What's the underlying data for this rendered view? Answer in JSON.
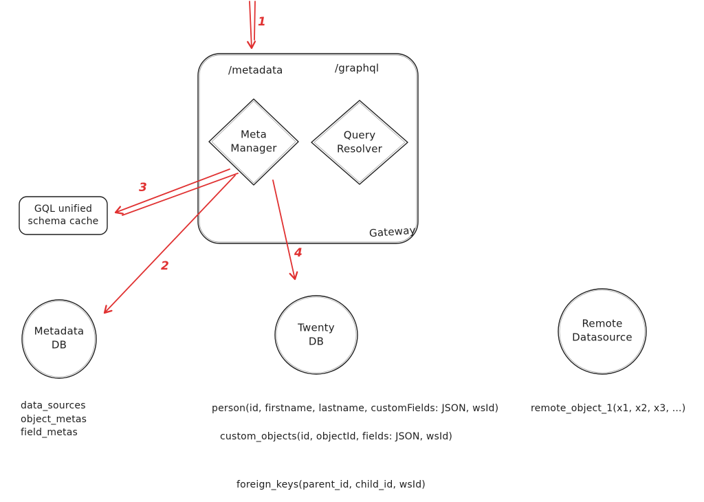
{
  "colors": {
    "ink": "#1e1e1e",
    "arrow": "#e03131",
    "background": "#ffffff"
  },
  "gateway": {
    "title": "Gateway",
    "endpoint_metadata": "/metadata",
    "endpoint_graphql": "/graphql",
    "meta_manager_label": "Meta\nManager",
    "query_resolver_label": "Query\nResolver"
  },
  "cache": {
    "label": "GQL unified\nschema cache"
  },
  "nodes": {
    "metadata_db": "Metadata\nDB",
    "twenty_db": "Twenty\nDB",
    "remote_datasource": "Remote\nDatasource"
  },
  "steps": {
    "s1": "1",
    "s2": "2",
    "s3": "3",
    "s4": "4"
  },
  "schemas": {
    "metadata_db_tables": "data_sources\nobject_metas\nfield_metas",
    "person": "person(id, firstname, lastname, customFields: JSON, wsId)",
    "custom_objects": "custom_objects(id, objectId, fields: JSON, wsId)",
    "remote_object": "remote_object_1(x1, x2, x3, ...)",
    "foreign_keys": "foreign_keys(parent_id, child_id, wsId)"
  }
}
